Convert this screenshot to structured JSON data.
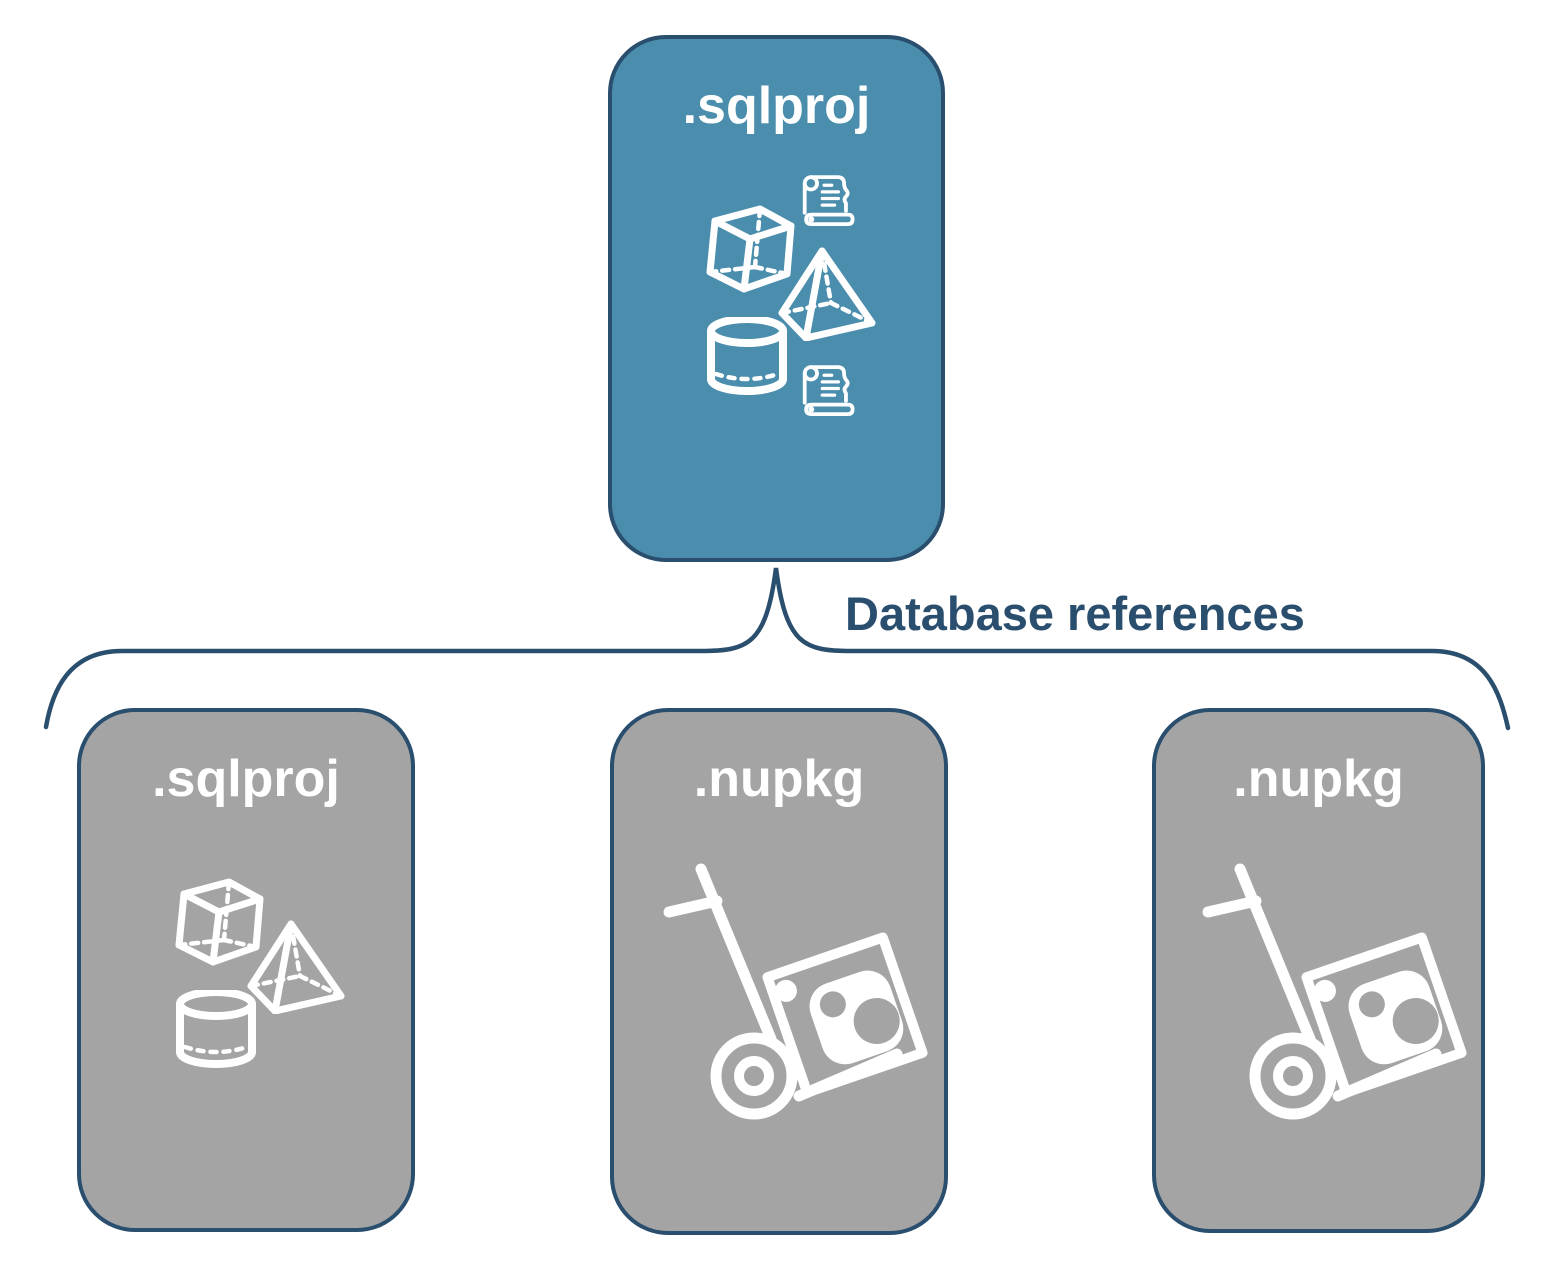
{
  "diagram": {
    "title_none_visible": "",
    "connector_label": "Database references",
    "colors": {
      "accent_teal": "#4A8DAC",
      "node_gray": "#A4A4A4",
      "outline_navy": "#2A4E6E",
      "text_navy": "#2A4E6E",
      "icon_white": "#FFFFFF",
      "background": "#FFFFFF"
    },
    "root_node": {
      "label": ".sqlproj",
      "icons": [
        "sql-script-scroll",
        "cube",
        "pyramid",
        "database-cylinder",
        "sql-script-scroll"
      ]
    },
    "child_nodes": [
      {
        "label": ".sqlproj",
        "icons": [
          "cube",
          "pyramid",
          "database-cylinder"
        ]
      },
      {
        "label": ".nupkg",
        "icons": [
          "package-dolly"
        ]
      },
      {
        "label": ".nupkg",
        "icons": [
          "package-dolly"
        ]
      }
    ]
  }
}
